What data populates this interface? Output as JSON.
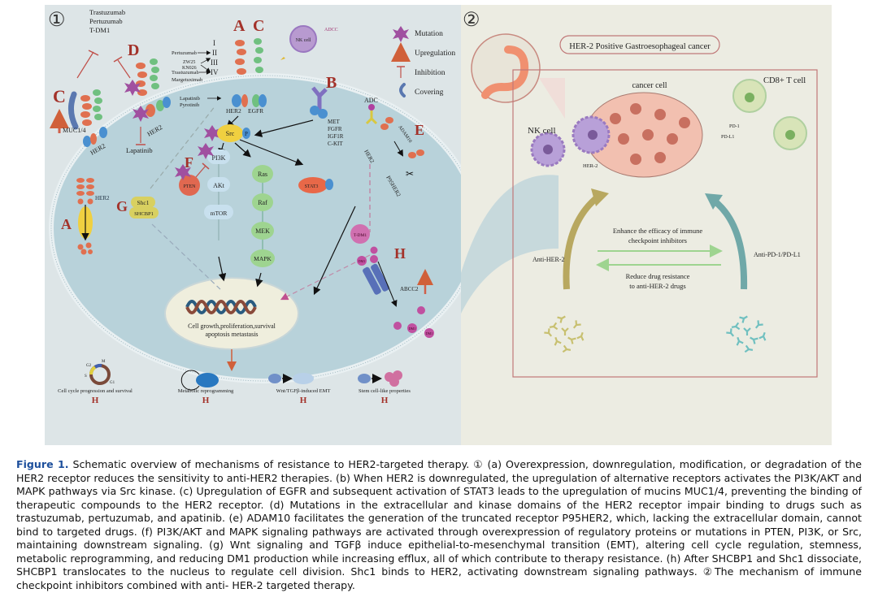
{
  "figure": {
    "panel1": {
      "number": "①",
      "legend": {
        "items": [
          {
            "icon": "mutation-star",
            "label": "Mutation"
          },
          {
            "icon": "upregulation-arrow",
            "label": "Upregulation"
          },
          {
            "icon": "inhibition-bar",
            "label": "Inhibition"
          },
          {
            "icon": "covering-crescent",
            "label": "Covering"
          }
        ]
      },
      "letters": {
        "A_top": "A",
        "C_top": "C",
        "C_left": "C",
        "D": "D",
        "B": "B",
        "E": "E",
        "F": "F",
        "G": "G",
        "A_left": "A",
        "H_right": "H"
      },
      "drugs_c": [
        "Trastuzumab",
        "Pertuzumab",
        "T-DM1"
      ],
      "muc": "MUC1/4",
      "her2": "HER2",
      "egfr": "EGFR",
      "lapatinib": "Lapatinib",
      "domains": {
        "roman": [
          "I",
          "II",
          "III",
          "IV"
        ],
        "pertuzumab": "Pertuzumab",
        "zw": "ZW25",
        "kn": "KN026",
        "trastuzumab": "Trastuzumab",
        "margetuximab": "Margetuximab"
      },
      "tki": [
        "Lapatinib",
        "Pyrotinib"
      ],
      "nk": {
        "cell": "NK cell",
        "adcc": "ADCC"
      },
      "receptors_b": [
        "MET",
        "FGFR",
        "IGF1R",
        "C-KIT"
      ],
      "adc": "ADC",
      "adam": "ADAM10",
      "p95": "P95HER2",
      "p": "P",
      "src": "Src",
      "pi3k_path": [
        "PI3K",
        "AKt",
        "mTOR"
      ],
      "mapk_path": [
        "Ras",
        "Raf",
        "MEK",
        "MAPK"
      ],
      "stat3": "STAT3",
      "pten": "PTEN",
      "g": {
        "shc1": "Shc1",
        "shcbp1": "SHCBP1"
      },
      "tdm1": "T-DM1",
      "dm1": "DM1",
      "abcc2": "ABCC2",
      "nucleus": [
        "Cell growth,proliferation,survival",
        "apoptosis metastasis"
      ],
      "bottom": [
        {
          "label": "Cell cycle progression and survival",
          "tag": "H"
        },
        {
          "label": "Metabolic reprogramming",
          "tag": "H"
        },
        {
          "label": "Wnt/TGFβ-induced EMT",
          "tag": "H"
        },
        {
          "label": "Stem cell-like properties",
          "tag": "H"
        }
      ],
      "cycle_phases": [
        "M",
        "G2",
        "S",
        "G1"
      ]
    },
    "panel2": {
      "number": "②",
      "title": "HER-2 Positive Gastroesophageal cancer",
      "cancer": "cancer cell",
      "nk": "NK cell",
      "cd8": "CD8+ T cell",
      "her2": "HER-2",
      "pd1": "PD-1",
      "pdl1": "PD-L1",
      "enhance": [
        "Enhance the efficacy of immune",
        "checkpoint inhibitors"
      ],
      "reduce": [
        "Reduce drug resistance",
        "to anti-HER-2 drugs"
      ],
      "anti_her2": "Anti-HER-2",
      "anti_pd": "Anti-PD-1/PD-L1"
    }
  },
  "caption": {
    "label": "Figure 1.",
    "text": " Schematic overview of mechanisms of resistance to HER2-targeted therapy. ① (a) Overexpression, downregulation, modification, or degradation of the HER2 receptor reduces the sensitivity to anti-HER2 therapies. (b) When HER2 is downregulated, the upregulation of alternative receptors activates the PI3K/AKT and MAPK pathways via Src kinase. (c) Upregulation of EGFR and subsequent activation of STAT3 leads to the upregulation of mucins MUC1/4, preventing the binding of therapeutic compounds to the HER2 receptor. (d) Mutations in the extracellular and kinase domains of the HER2 receptor impair binding to drugs such as trastuzumab, pertuzumab, and apatinib. (e) ADAM10 facilitates the generation of the truncated receptor P95HER2, which, lacking the extracellular domain, cannot bind to targeted drugs. (f) PI3K/AKT and MAPK signaling pathways are activated through overexpression of regulatory proteins or mutations in PTEN, PI3K, or Src, maintaining downstream signaling. (g) Wnt signaling and TGFβ induce epithelial-to-mesenchymal transition (EMT), altering cell cycle regulation, stemness, metabolic reprogramming, and reducing DM1 production while increasing efflux, all of which contribute to therapy resistance. (h) After SHCBP1 and Shc1 dissociate, SHCBP1 translocates to the nucleus to regulate cell division. Shc1 binds to HER2, activating downstream signaling pathways. ②The mechanism of immune checkpoint inhibitors combined with anti- HER-2 targeted therapy."
  }
}
